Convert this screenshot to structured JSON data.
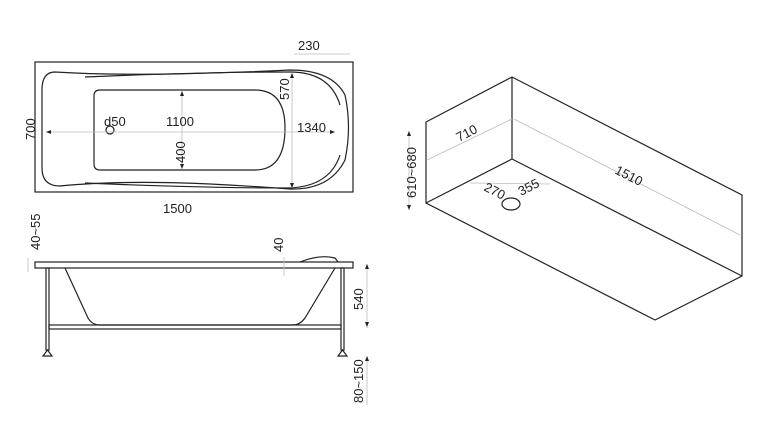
{
  "top_view": {
    "width_label": "700",
    "length_label": "1500",
    "headrest_label": "230",
    "inner_width_label": "570",
    "bottom_length_label": "1100",
    "inner_length_label": "1340",
    "bottom_width_label": "400",
    "drain_label": "d50"
  },
  "side_view": {
    "rim_label": "40~55",
    "headrest_height_label": "40",
    "depth_label": "540",
    "leg_label": "80~150"
  },
  "iso_view": {
    "height_label": "610~680",
    "width_label": "710",
    "length_label": "1510",
    "drain_x_label": "270",
    "drain_y_label": "355"
  }
}
